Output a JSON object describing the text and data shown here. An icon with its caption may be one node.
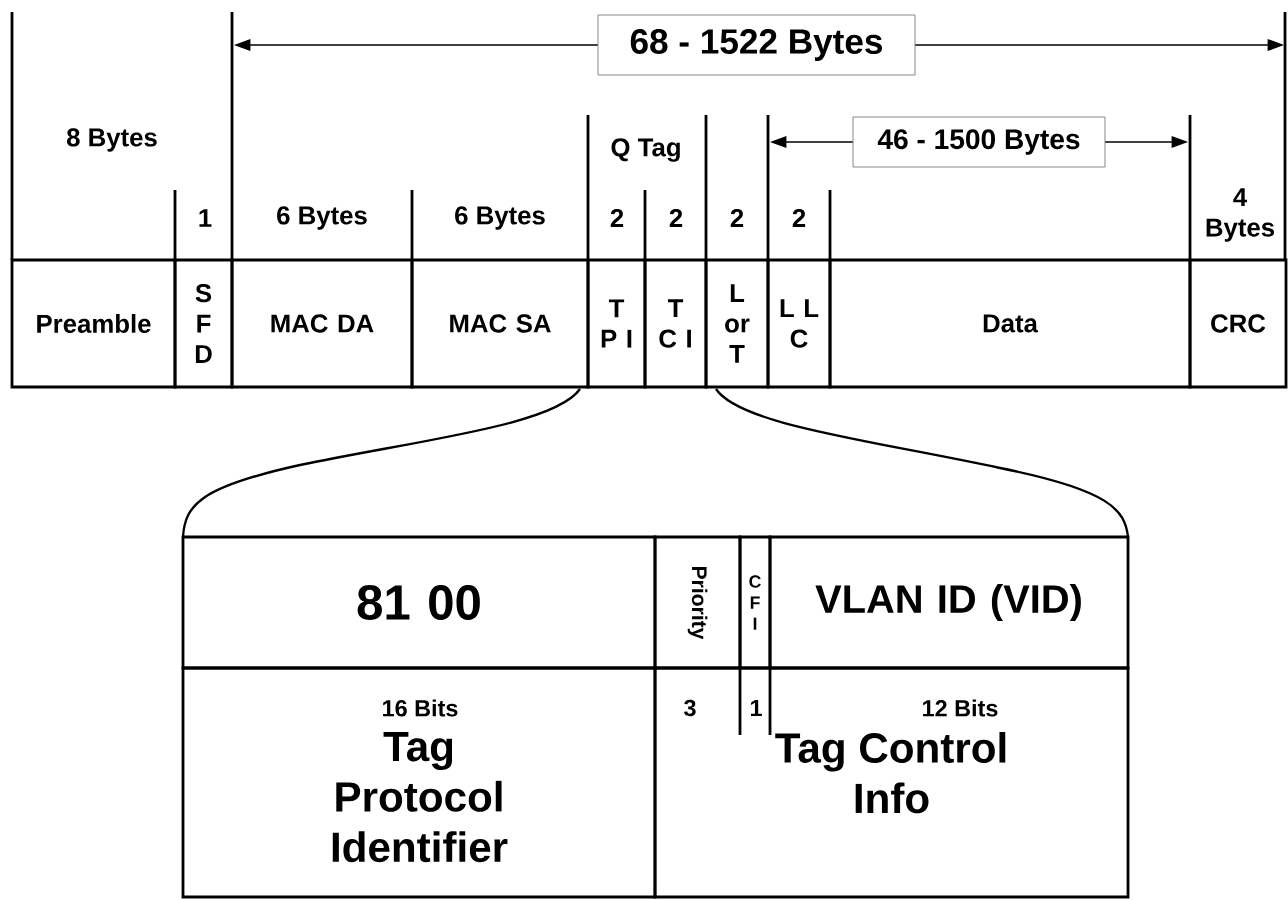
{
  "diagram": {
    "nodes": [
      {
        "text": [
          "Preamble"
        ]
      },
      {
        "text": [
          "S F D"
        ]
      },
      {
        "text": [
          "MAC DA"
        ]
      },
      {
        "text": [
          "MAC SA"
        ]
      },
      {
        "text": [
          "T P I"
        ]
      },
      {
        "text": [
          "T C I"
        ]
      },
      {
        "text": [
          "L or T"
        ]
      },
      {
        "text": [
          "L L C"
        ]
      },
      {
        "text": [
          "Data"
        ]
      },
      {
        "text": [
          "CRC"
        ]
      },
      {
        "text": [
          "81 00"
        ]
      },
      {
        "text": [
          "Priority"
        ]
      },
      {
        "text": [
          "C F I"
        ]
      },
      {
        "text": [
          "VLAN ID (VID)"
        ]
      },
      {
        "text": [
          "Tag Protocol Identifier"
        ]
      },
      {
        "text": [
          "Tag Control Info"
        ]
      }
    ],
    "labels": [
      "68 - 1522 Bytes",
      "8 Bytes",
      "Q Tag",
      "46 - 1500 Bytes",
      "1",
      "6 Bytes",
      "6 Bytes",
      "2",
      "2",
      "2",
      "2",
      "4 Bytes",
      "16 Bits",
      "3",
      "1",
      "12 Bits"
    ]
  }
}
